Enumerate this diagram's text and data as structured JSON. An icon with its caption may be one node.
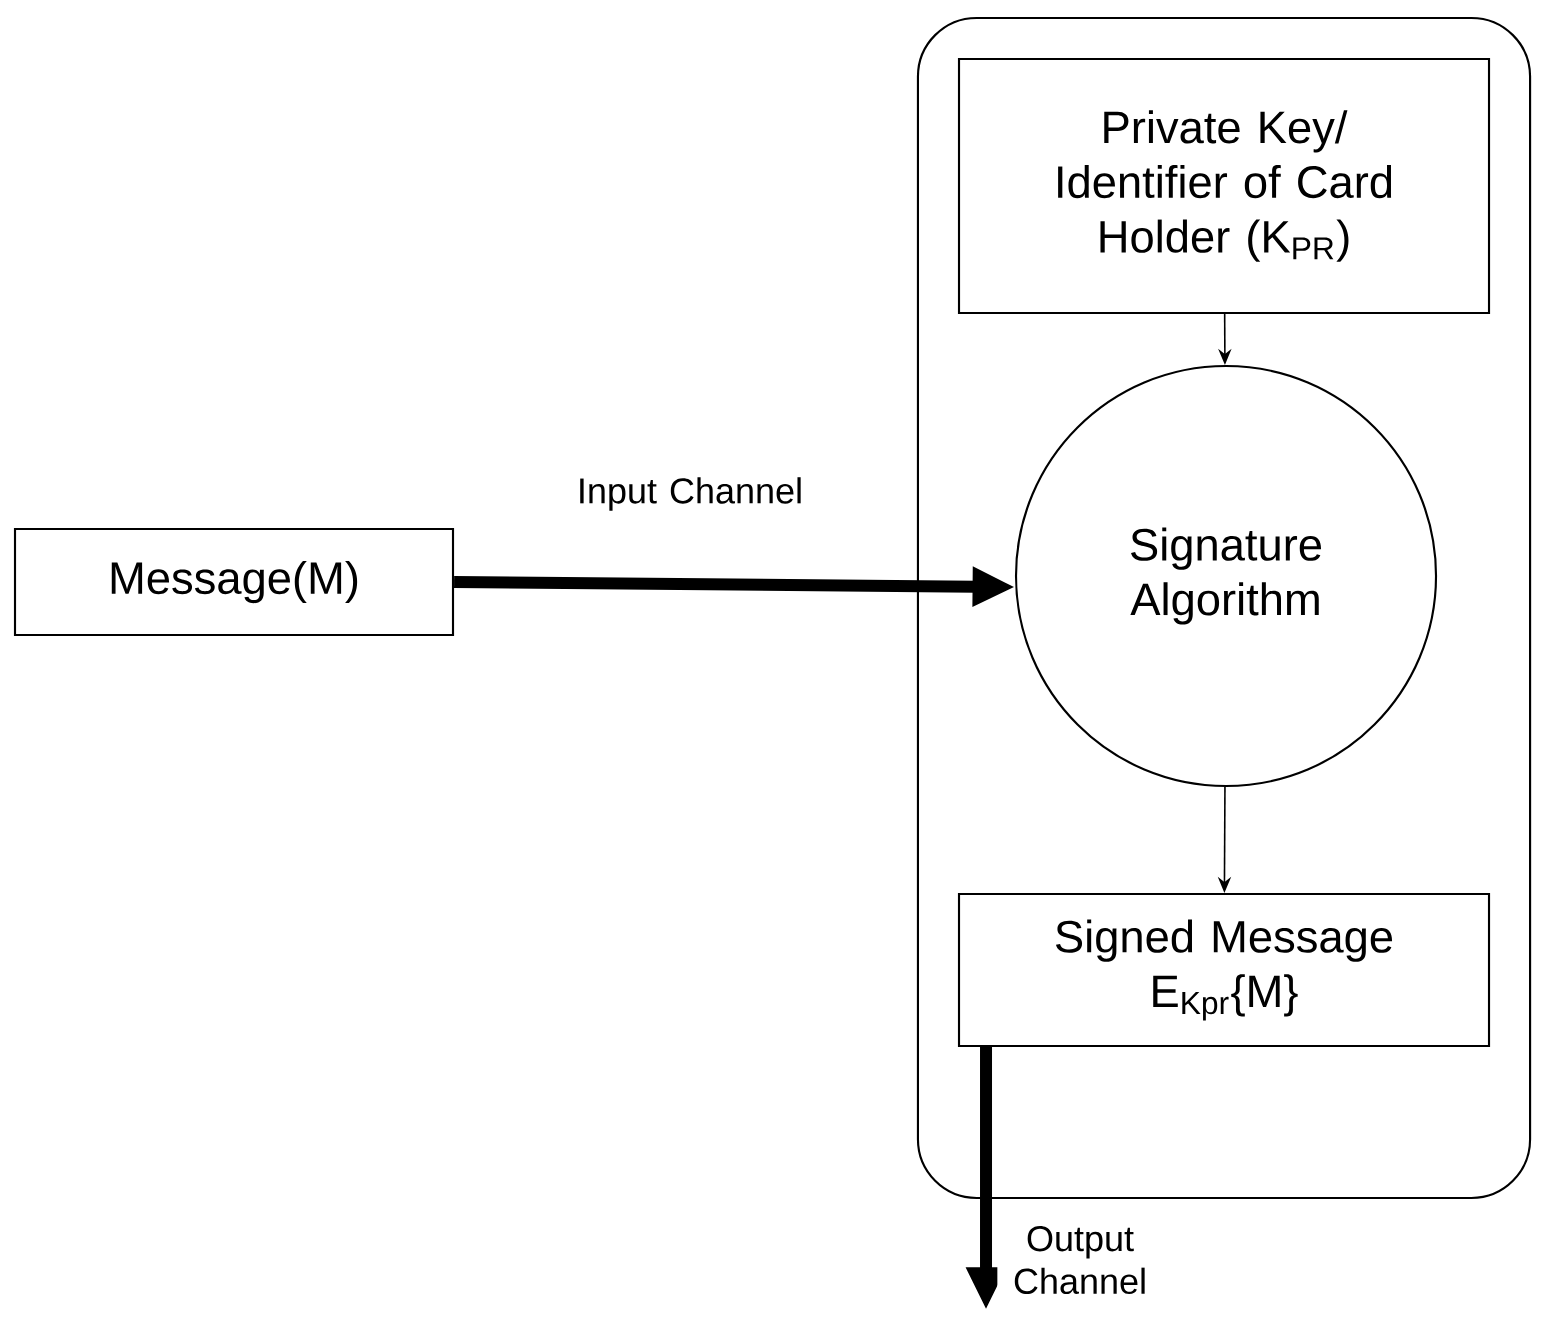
{
  "diagram": {
    "nodes": [
      {
        "text": [],
        "shape": "box"
      },
      {
        "text": [
          "Private Key/ Identifier of Card Holder (K$_{PR}$)"
        ],
        "in": 0
      },
      {
        "text": [
          "Signature Algorithm"
        ],
        "in": 0
      },
      {
        "text": [
          "Signed Message E$_{Kpr}${M}"
        ],
        "in": 0
      },
      {
        "text": [
          "Message(M)"
        ]
      }
    ],
    "edges": [
      {
        "from": 4,
        "to": 2,
        "arrow": "to",
        "label": "Input Channel",
        "style": "thick"
      },
      {
        "from": 1,
        "to": 2,
        "arrow": "to"
      },
      {
        "from": 2,
        "to": 3,
        "arrow": "to"
      },
      {
        "from": 3,
        "to": null,
        "arrow": "to",
        "label": "Output Channel",
        "style": "thick"
      }
    ]
  }
}
